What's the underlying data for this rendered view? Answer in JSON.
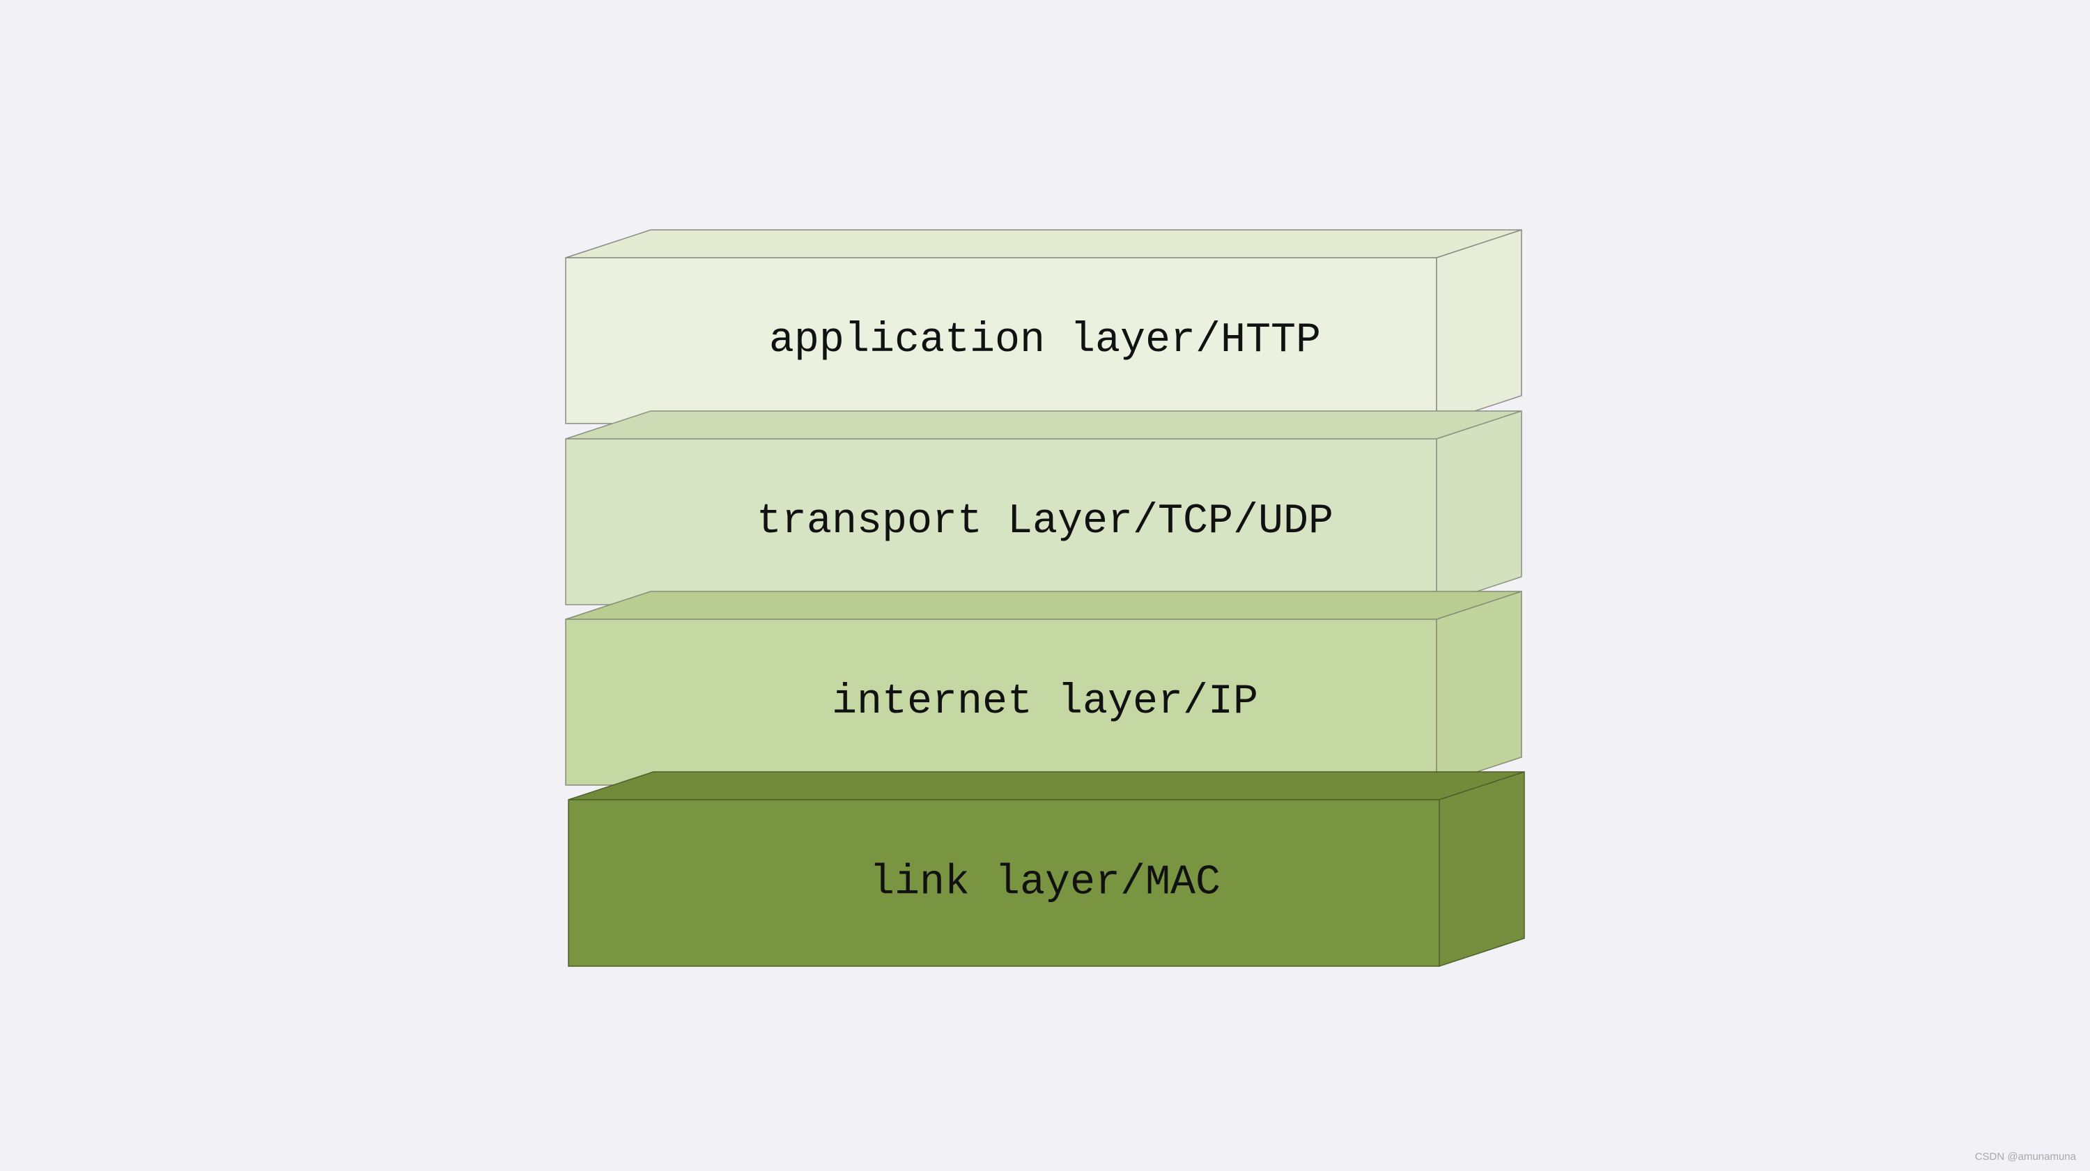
{
  "diagram": {
    "layers": [
      {
        "label": "application layer/HTTP",
        "colors": {
          "front": "#ecf0de",
          "top": "#e5ebd3",
          "side": "#e8edda",
          "stroke": "#8a8a86"
        }
      },
      {
        "label": "transport Layer/TCP/UDP",
        "colors": {
          "front": "#d7e4c3",
          "top": "#cddcb5",
          "side": "#d4e1bf",
          "stroke": "#8a9080"
        }
      },
      {
        "label": "internet layer/IP",
        "colors": {
          "front": "#c5d7a2",
          "top": "#b9cd92",
          "side": "#c2d49e",
          "stroke": "#848c74"
        }
      },
      {
        "label": "link layer/MAC",
        "colors": {
          "front": "#7a9541",
          "top": "#718b3a",
          "side": "#768f3e",
          "stroke": "#4e5f2a"
        }
      }
    ]
  },
  "footer": {
    "watermark": "CSDN @amunamuna"
  }
}
